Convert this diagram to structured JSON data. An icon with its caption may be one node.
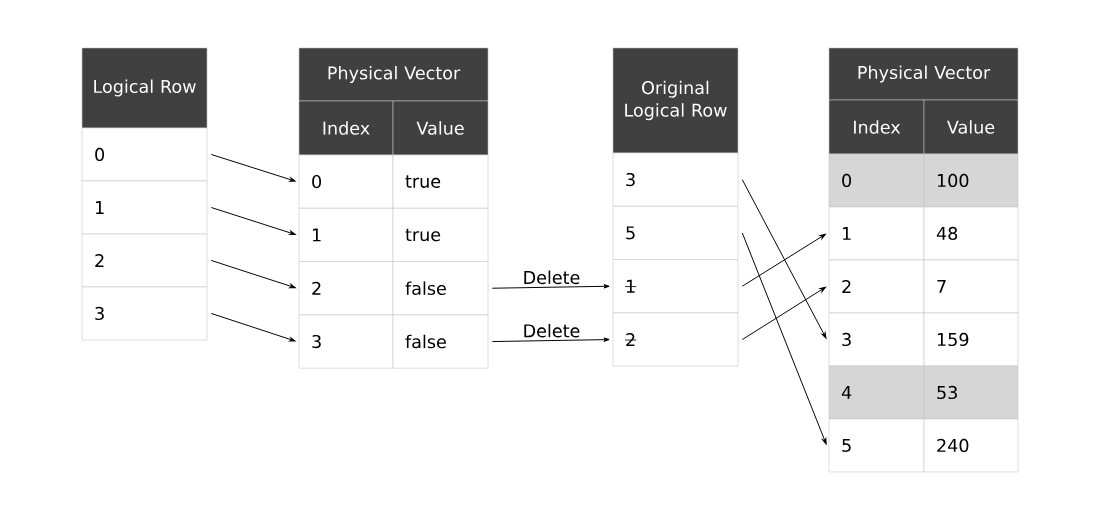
{
  "diagram": {
    "nodes": [
      {
        "text": [
          "Logical Row"
        ]
      },
      {
        "text": [
          "0"
        ]
      },
      {
        "text": [
          "1"
        ]
      },
      {
        "text": [
          "2"
        ]
      },
      {
        "text": [
          "3"
        ]
      },
      {
        "text": [
          "Physical Vector"
        ]
      },
      {
        "text": [
          "Index"
        ]
      },
      {
        "text": [
          "Value"
        ]
      },
      {
        "text": [
          "0"
        ]
      },
      {
        "text": [
          "true"
        ]
      },
      {
        "text": [
          "1"
        ]
      },
      {
        "text": [
          "true"
        ]
      },
      {
        "text": [
          "2"
        ]
      },
      {
        "text": [
          "false"
        ]
      },
      {
        "text": [
          "3"
        ]
      },
      {
        "text": [
          "false"
        ]
      },
      {
        "text": [
          "Original Logical Row"
        ]
      },
      {
        "text": [
          "3"
        ]
      },
      {
        "text": [
          "5"
        ]
      },
      {
        "text": [
          "1"
        ]
      },
      {
        "text": [
          "2"
        ]
      },
      {
        "text": [
          "Physical Vector"
        ]
      },
      {
        "text": [
          "Index"
        ]
      },
      {
        "text": [
          "Value"
        ]
      },
      {
        "text": [
          "0"
        ]
      },
      {
        "text": [
          "100"
        ]
      },
      {
        "text": [
          "1"
        ]
      },
      {
        "text": [
          "48"
        ]
      },
      {
        "text": [
          "2"
        ]
      },
      {
        "text": [
          "7"
        ]
      },
      {
        "text": [
          "3"
        ]
      },
      {
        "text": [
          "159"
        ]
      },
      {
        "text": [
          "4"
        ]
      },
      {
        "text": [
          "53"
        ]
      },
      {
        "text": [
          "5"
        ]
      },
      {
        "text": [
          "240"
        ]
      }
    ],
    "edges": [
      {
        "from": 1,
        "to": 8,
        "arrow": "to"
      },
      {
        "from": 2,
        "to": 10,
        "arrow": "to"
      },
      {
        "from": 3,
        "to": 12,
        "arrow": "to"
      },
      {
        "from": 4,
        "to": 14,
        "arrow": "to"
      },
      {
        "from": 13,
        "to": 19,
        "arrow": "to",
        "label": "Delete"
      },
      {
        "from": 15,
        "to": 20,
        "arrow": "to",
        "label": "Delete"
      },
      {
        "from": 17,
        "to": 30,
        "arrow": "to"
      },
      {
        "from": 18,
        "to": 34,
        "arrow": "to"
      },
      {
        "from": 19,
        "to": 26,
        "arrow": "to"
      },
      {
        "from": 20,
        "to": 28,
        "arrow": "to"
      }
    ]
  }
}
